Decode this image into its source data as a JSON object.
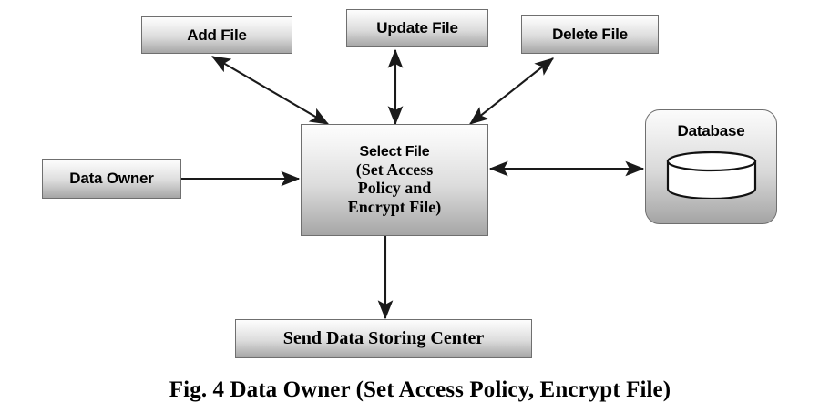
{
  "figure": {
    "caption": "Fig. 4 Data Owner (Set Access Policy, Encrypt File)",
    "background_color": "#ffffff",
    "node_border_color": "#6f6f6f",
    "node_fill_top": "#fdfdfd",
    "node_fill_bottom": "#a6a6a6",
    "arrow_color": "#1a1a1a",
    "text_color": "#000000"
  },
  "nodes": {
    "add_file": {
      "label": "Add File"
    },
    "update_file": {
      "label": "Update File"
    },
    "delete_file": {
      "label": "Delete File"
    },
    "data_owner": {
      "label": "Data Owner"
    },
    "select_file": {
      "line_1": "Select File",
      "line_2": "(Set Access",
      "line_3": "Policy and",
      "line_4": "Encrypt File)"
    },
    "send_center": {
      "label": "Send Data Storing Center"
    },
    "database": {
      "label": "Database",
      "shape_icon": "cylinder-icon"
    }
  },
  "edges": [
    {
      "from": "select_file",
      "to": "add_file",
      "style": "double-arrow"
    },
    {
      "from": "select_file",
      "to": "update_file",
      "style": "double-arrow"
    },
    {
      "from": "select_file",
      "to": "delete_file",
      "style": "double-arrow"
    },
    {
      "from": "data_owner",
      "to": "select_file",
      "style": "single-arrow"
    },
    {
      "from": "select_file",
      "to": "database",
      "style": "double-arrow"
    },
    {
      "from": "select_file",
      "to": "send_center",
      "style": "single-arrow"
    }
  ]
}
